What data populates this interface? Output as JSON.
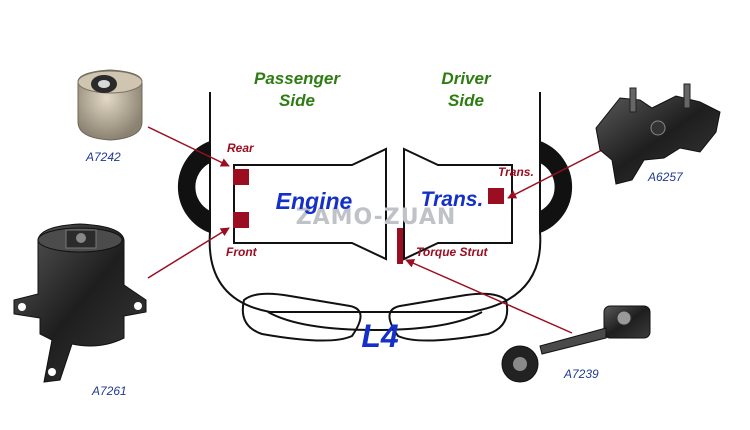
{
  "sides": {
    "passenger_line1": "Passenger",
    "passenger_line2": "Side",
    "driver_line1": "Driver",
    "driver_line2": "Side"
  },
  "blocks": {
    "engine": "Engine",
    "trans": "Trans."
  },
  "mount_labels": {
    "rear": "Rear",
    "front": "Front",
    "trans": "Trans.",
    "torque_strut": "Torque Strut"
  },
  "part_numbers": {
    "top_left": "A7242",
    "bottom_left": "A7261",
    "top_right": "A6257",
    "bottom_right": "A7239"
  },
  "engine_type": "L4",
  "watermark": "ZAMO-ZUAN",
  "colors": {
    "mount_marker": "#9b0d21",
    "arrow": "#9b0d21",
    "side_text": "#2e7d12",
    "block_text": "#1530c8",
    "part_text": "#1f3a93"
  }
}
